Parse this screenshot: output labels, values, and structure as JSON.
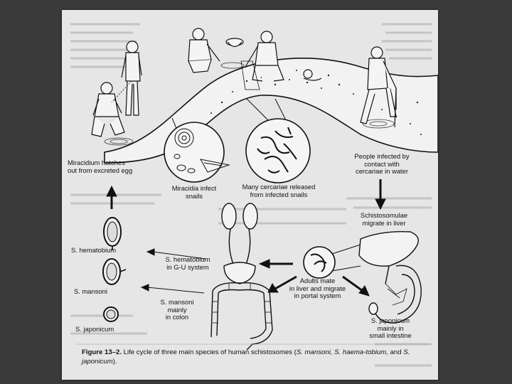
{
  "labels": {
    "miracidium_hatches": [
      "Miracidium hatches",
      "out from excreted egg"
    ],
    "miracidia_infect": [
      "Miracidia infect",
      "snails"
    ],
    "cercariae_released": [
      "Many cercariae released",
      "from infected snails"
    ],
    "people_infected": [
      "People infected by",
      "contact with",
      "cercariae in water"
    ],
    "schistosomulae": [
      "Schistosomulae",
      "migrate in liver"
    ],
    "haematobium_gu": [
      "S. hematobium",
      "in G-U system"
    ],
    "mansoni_colon": [
      "S. mansoni",
      "mainly",
      "in colon"
    ],
    "adults_mate": [
      "Adults mate",
      "in liver and migrate",
      "in portal system"
    ],
    "japonicum_intestine": [
      "S. japonicum",
      "mainly in",
      "small intestine"
    ],
    "egg_haematobium": "S. hematobium",
    "egg_mansoni": "S. mansoni",
    "egg_japonicum": "S. japonicum"
  },
  "caption": {
    "figure_number": "Figure 13–2.",
    "text_before": "Life cycle of three main species of human schistosomes (",
    "species_1": "S. mansoni, S. haema-tobium,",
    "text_and": " and ",
    "species_2": "S. japonicum",
    "text_after": ")."
  }
}
